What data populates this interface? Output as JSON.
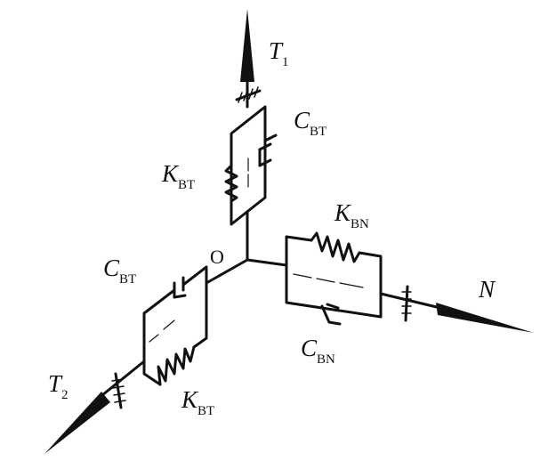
{
  "labels": {
    "t1_main": "T",
    "t1_sub": "1",
    "t2_main": "T",
    "t2_sub": "2",
    "n_main": "N",
    "origin": "O",
    "c_bt_top_main": "C",
    "c_bt_top_sub": "BT",
    "k_bt_top_main": "K",
    "k_bt_top_sub": "BT",
    "k_bn_main": "K",
    "k_bn_sub": "BN",
    "c_bn_main": "C",
    "c_bn_sub": "BN",
    "c_bt_left_main": "C",
    "c_bt_left_sub": "BT",
    "k_bt_left_main": "K",
    "k_bt_left_sub": "BT"
  },
  "colors": {
    "ink": "#111111",
    "background": "#ffffff"
  }
}
